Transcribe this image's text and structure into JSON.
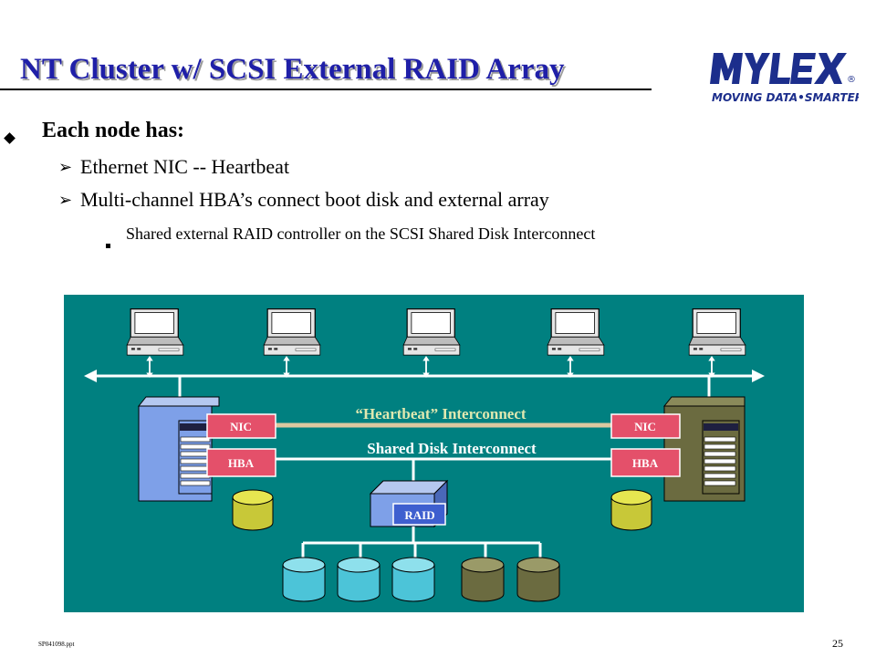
{
  "slide": {
    "title": "NT Cluster w/ SCSI External RAID Array",
    "bullets": [
      "Each node has:",
      "Ethernet NIC -- Heartbeat",
      "Multi-channel HBA’s connect boot disk and external array",
      "Shared external RAID controller on the SCSI Shared Disk Interconnect"
    ],
    "footer_file": "SP041098.ppt",
    "page_number": "25"
  },
  "logo": {
    "name": "MYLEX",
    "registered": "®",
    "tagline": "MOVING DATA•SMARTER"
  },
  "diagram": {
    "heartbeat_label": "“Heartbeat” Interconnect",
    "shared_label": "Shared Disk Interconnect",
    "nic_label": "NIC",
    "hba_label": "HBA",
    "raid_label": "RAID"
  },
  "colors": {
    "title": "#1f1fa8",
    "diagram_bg": "#008080",
    "badge": "#e4506a",
    "heartbeat_line": "#dcc8a0",
    "olive": "#6b6b40",
    "cyan_disk": "#4cc4d8",
    "yellow_disk": "#c8c838",
    "server_blue": "#7ea0e8"
  }
}
